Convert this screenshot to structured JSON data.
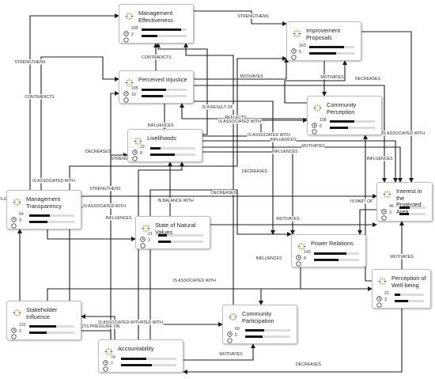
{
  "colors": {
    "edge": "#1e1e1e",
    "label": "#2a2a2a",
    "bar_fill": "#141414",
    "bar_track": "#dcdcdc",
    "icon_accent": "#d7b400"
  },
  "icons": {
    "node": "concept-icon",
    "stat_1": "clock-icon",
    "stat_2": "circle-icon"
  },
  "nodes": [
    {
      "id": "me",
      "title": "Management\nEffectiveness",
      "v1": "205",
      "v2": "2",
      "f1": 0.88,
      "f2": 0.35
    },
    {
      "id": "ip",
      "title": "Improvement\nProposals",
      "v1": "163",
      "v2": "5",
      "f1": 0.78,
      "f2": 0.6
    },
    {
      "id": "pi",
      "title": "Perceived injustice",
      "v1": "105",
      "v2": "10",
      "f1": 0.55,
      "f2": 0.48
    },
    {
      "id": "cp",
      "title": "Community\nPerception",
      "v1": "108",
      "v2": "6",
      "f1": 0.55,
      "f2": 0.4
    },
    {
      "id": "lv",
      "title": "Livelihoods",
      "v1": "22",
      "v2": "8",
      "f1": 0.22,
      "f2": 0.55
    },
    {
      "id": "mt",
      "title": "Management\nTransparency",
      "v1": "64",
      "v2": "3",
      "f1": 0.45,
      "f2": 0.4
    },
    {
      "id": "sn",
      "title": "State of Natural Values",
      "v1": "21",
      "v2": "3",
      "f1": 0.2,
      "f2": 0.28
    },
    {
      "id": "pr",
      "title": "Power Relations",
      "v1": "143",
      "v2": "8",
      "f1": 0.72,
      "f2": 0.55
    },
    {
      "id": "ipa",
      "title": "Interest in the\nProtected Area",
      "v1": "46",
      "v2": "3",
      "f1": 0.4,
      "f2": 0.35
    },
    {
      "id": "pw",
      "title": "Perception of\nWell-being",
      "v1": "21",
      "v2": "3",
      "f1": 0.2,
      "f2": 0.45
    },
    {
      "id": "si",
      "title": "Stakeholder\nInfluence",
      "v1": "122",
      "v2": "2",
      "f1": 0.6,
      "f2": 0.38
    },
    {
      "id": "cpar",
      "title": "Community\nParticipation",
      "v1": "60",
      "v2": "6",
      "f1": 0.42,
      "f2": 0.38
    },
    {
      "id": "ac",
      "title": "Accountability",
      "v1": "74",
      "v2": "7",
      "f1": 0.45,
      "f2": 0.55
    }
  ],
  "edges": [
    {
      "from": "mt",
      "to": "me",
      "label": "STRENGTHENS"
    },
    {
      "from": "me",
      "to": "ip",
      "label": "STRENGTHENS"
    },
    {
      "from": "pi",
      "to": "me",
      "label": "CONTRADICTS"
    },
    {
      "from": "mt",
      "to": "pi",
      "label": "CONTRADICTS"
    },
    {
      "from": "pi",
      "to": "ip",
      "label": "MOTIVATES"
    },
    {
      "from": "cp",
      "to": "ip",
      "label": "MOTIVATES"
    },
    {
      "from": "pi",
      "to": "ipa",
      "label": "DECREASES"
    },
    {
      "from": "ip",
      "to": "cp",
      "label": "INFLUENCES"
    },
    {
      "from": "cp",
      "to": "pi",
      "label": "REFLECTS"
    },
    {
      "from": "ipa",
      "to": "ip",
      "label": "IS ASSOCIATED WITH"
    },
    {
      "from": "pi",
      "to": "lv",
      "label": "INFLUENCES"
    },
    {
      "from": "lv",
      "to": "me",
      "label": "IS A RESULT OF"
    },
    {
      "from": "cpar",
      "to": "me",
      "label": "IS ASSOCIATED WITH"
    },
    {
      "from": "ac",
      "to": "pi",
      "label": "IS ASSOCIATED WITH"
    },
    {
      "from": "lv",
      "to": "cp",
      "label": "IS ASSOCIATED WITH"
    },
    {
      "from": "lv",
      "to": "ipa",
      "label": "INFLUENCES"
    },
    {
      "from": "lv",
      "to": "ipa",
      "label": "MOTIVATES"
    },
    {
      "from": "lv",
      "to": "pr",
      "label": "INFLUENCES"
    },
    {
      "from": "pw",
      "to": "cp",
      "label": "INFLUENCES"
    },
    {
      "from": "si",
      "to": "ip",
      "label": "DECREASES"
    },
    {
      "from": "ac",
      "to": "pr",
      "label": "STRENGTHENS"
    },
    {
      "from": "mt",
      "to": "ipa",
      "label": "DECREASES"
    },
    {
      "from": "sn",
      "to": "lv",
      "label": "IN BALANCE WITH"
    },
    {
      "from": "mt",
      "to": "sn",
      "label": "IS ASSOCIATED WITH"
    },
    {
      "from": "pi",
      "to": "pr",
      "label": "DECREASES"
    },
    {
      "from": "ipa",
      "to": "pr",
      "label": "IS PART OF"
    },
    {
      "from": "mt",
      "to": "lv",
      "label": "STRENGTHENS"
    },
    {
      "from": "si",
      "to": "mt",
      "label": "INFLUENCES"
    },
    {
      "from": "ac",
      "to": "lv",
      "label": "INFLUENCES"
    },
    {
      "from": "sn",
      "to": "ipa",
      "label": "MOTIVATES"
    },
    {
      "from": "pr",
      "to": "cpar",
      "label": "INFLUENCES"
    },
    {
      "from": "pw",
      "to": "ipa",
      "label": "MOTIVATES"
    },
    {
      "from": "si",
      "to": "pw",
      "label": "IS ASSOCIATED WITH"
    },
    {
      "from": "ac",
      "to": "si",
      "label": "IS ASSOCIATED WITH"
    },
    {
      "from": "si",
      "to": "cpar",
      "label": "IS ASSOCIATED WITH"
    },
    {
      "from": "si",
      "to": "ac",
      "label": "PUTS PRESSURE ON"
    },
    {
      "from": "ac",
      "to": "cpar",
      "label": "MOTIVATES"
    },
    {
      "from": "pw",
      "to": "ac",
      "label": "DECREASES"
    }
  ]
}
